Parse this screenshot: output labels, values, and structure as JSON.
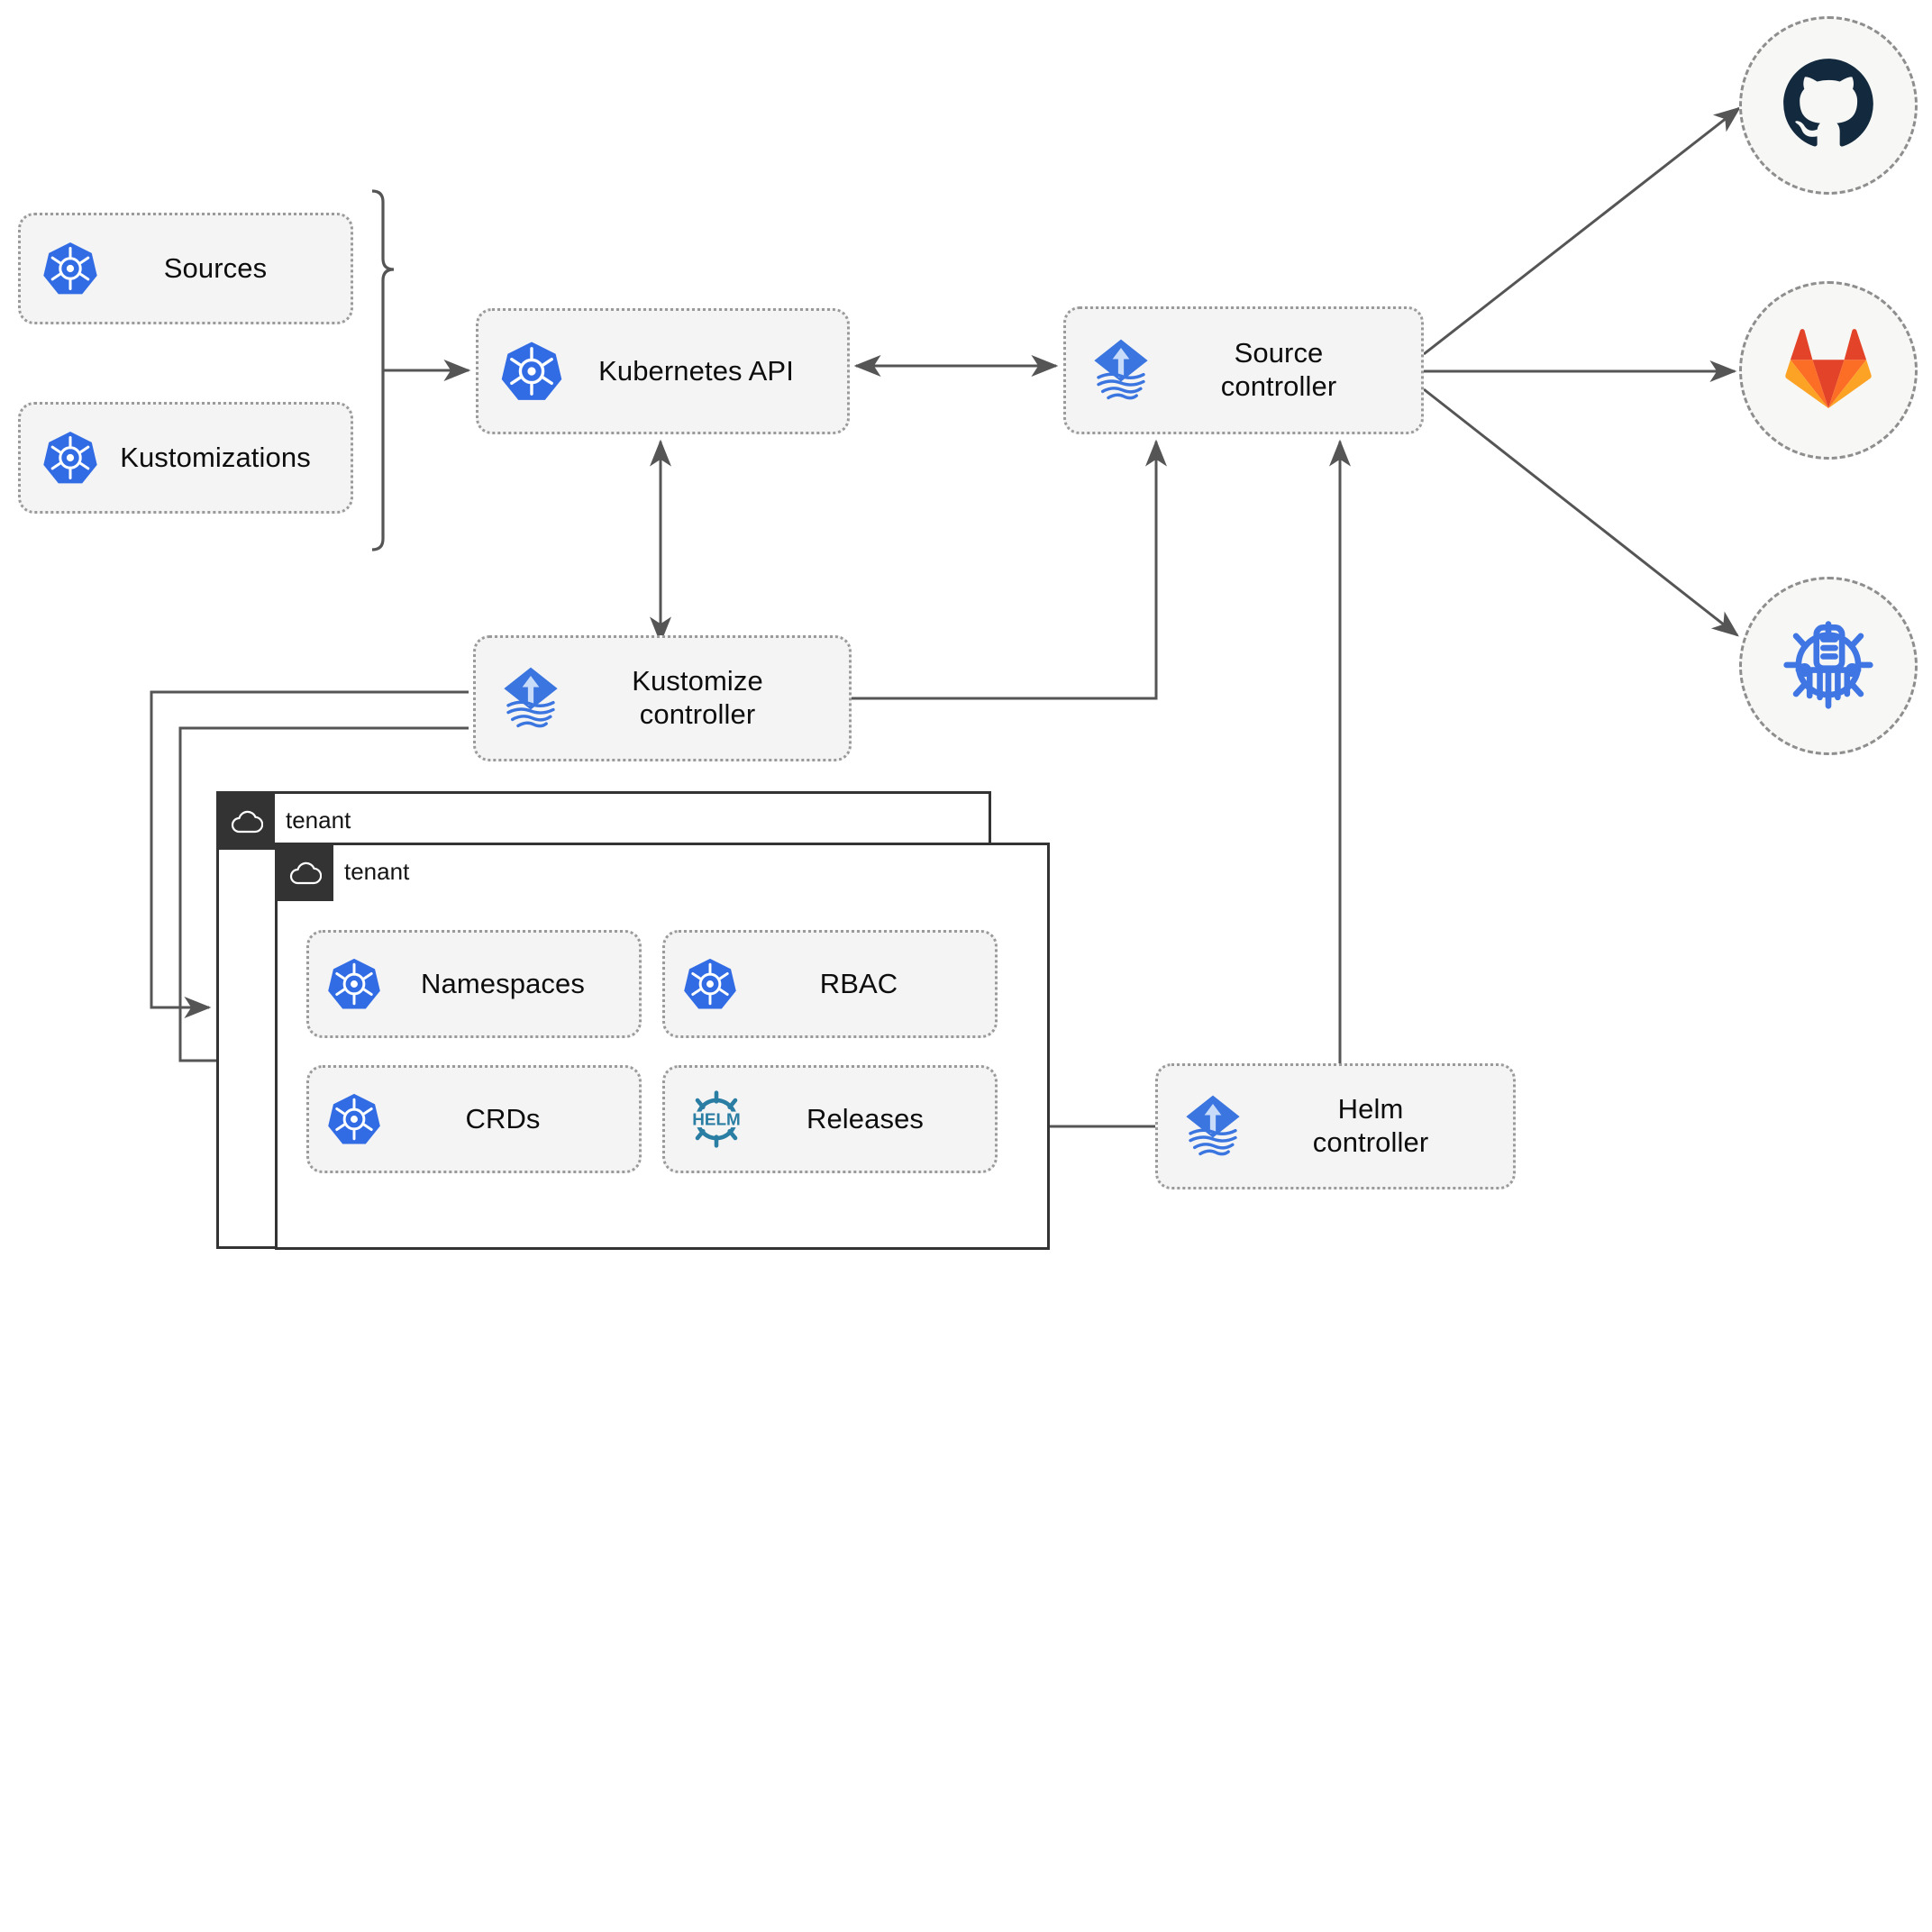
{
  "diagram": {
    "title": "Flux GitOps toolkit architecture",
    "colors": {
      "k8s_blue": "#326ce5",
      "flux_blue": "#326ce5",
      "helm_teal": "#277a9f",
      "github_dark": "#13293d",
      "gitlab_orange": "#e24329",
      "gitlab_light": "#fca326",
      "box_fill": "#f4f4f4",
      "box_border": "#9a9a9a",
      "tenant_border": "#333333",
      "wire": "#555555"
    }
  },
  "sources_node": {
    "label": "Sources",
    "icon": "kubernetes-icon"
  },
  "kustomizations_node": {
    "label": "Kustomizations",
    "icon": "kubernetes-icon"
  },
  "kubernetes_api_node": {
    "label": "Kubernetes API",
    "icon": "kubernetes-icon"
  },
  "source_controller_node": {
    "label": "Source\ncontroller",
    "icon": "flux-icon"
  },
  "kustomize_controller_node": {
    "label": "Kustomize\ncontroller",
    "icon": "flux-icon"
  },
  "helm_controller_node": {
    "label": "Helm\ncontroller",
    "icon": "flux-icon"
  },
  "repositories": [
    {
      "name": "github",
      "icon": "github-icon"
    },
    {
      "name": "gitlab",
      "icon": "gitlab-icon"
    },
    {
      "name": "helm-charts",
      "icon": "helm-chart-repository-icon"
    }
  ],
  "tenants": [
    {
      "label": "tenant",
      "icon": "cloud-icon"
    },
    {
      "label": "tenant",
      "icon": "cloud-icon"
    }
  ],
  "tenant_resources": [
    {
      "label": "Namespaces",
      "icon": "kubernetes-icon"
    },
    {
      "label": "RBAC",
      "icon": "kubernetes-icon"
    },
    {
      "label": "CRDs",
      "icon": "kubernetes-icon"
    },
    {
      "label": "Releases",
      "icon": "helm-icon"
    }
  ]
}
